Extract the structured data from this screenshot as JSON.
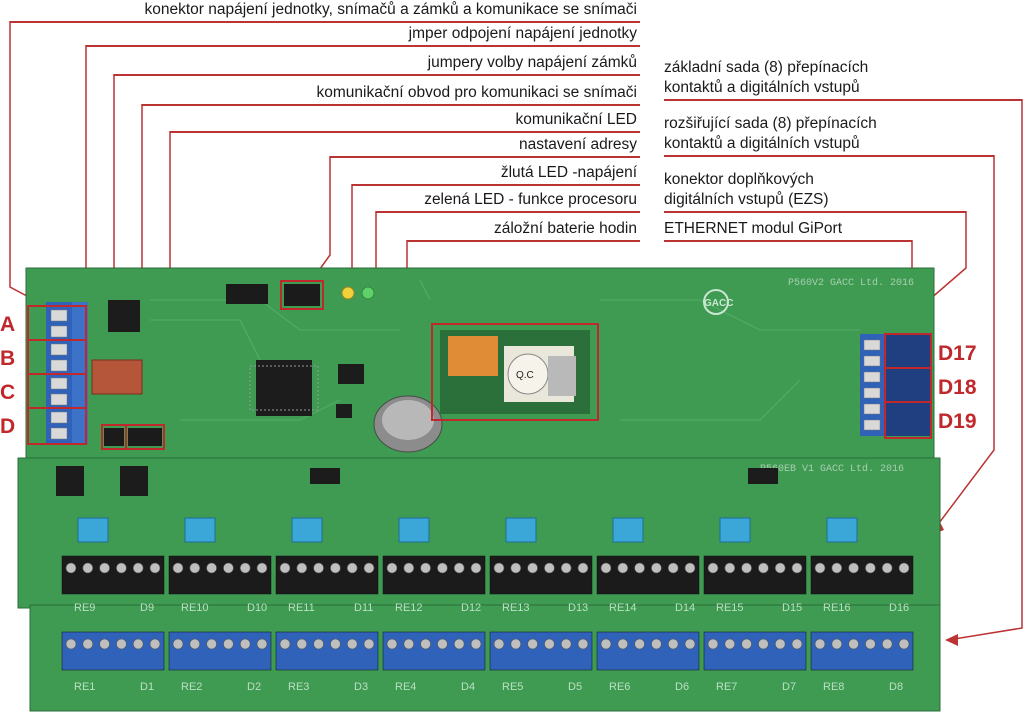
{
  "labels_left": [
    "konektor napájení jednotky, snímačů a zámků a komunikace se snímači",
    "jmper odpojení napájení jednotky",
    "jumpery volby napájení zámků",
    "komunikační obvod pro komunikaci se snímači",
    "komunikační LED",
    "nastavení adresy",
    "žlutá LED -napájení",
    "zelená LED - funkce procesoru",
    "záložní baterie hodin"
  ],
  "labels_right": {
    "base_set_line1": "základní sada (8) přepínacích",
    "base_set_line2": "kontaktů a digitálních vstupů",
    "ext_set_line1": "rozšiřující sada (8) přepínacích",
    "ext_set_line2": "kontaktů a digitálních vstupů",
    "ezs_line1": "konektor doplňkových",
    "ezs_line2": "digitálních vstupů (EZS)",
    "ethernet": "ETHERNET modul GiPort"
  },
  "connector_letters": [
    "A",
    "B",
    "C",
    "D"
  ],
  "right_connector_labels": [
    "D17",
    "D18",
    "D19"
  ],
  "board_text": {
    "main_board": "P560V2 GACC Ltd. 2016",
    "ext_board": "P560EB V1 GACC Ltd. 2016",
    "logo": "GACC"
  },
  "upper_relays": [
    "RE9",
    "D9",
    "RE10",
    "D10",
    "RE11",
    "D11",
    "RE12",
    "D12",
    "RE13",
    "D13",
    "RE14",
    "D14",
    "RE15",
    "D15",
    "RE16",
    "D16"
  ],
  "lower_relays": [
    "RE1",
    "D1",
    "RE2",
    "D2",
    "RE3",
    "D3",
    "RE4",
    "D4",
    "RE5",
    "D5",
    "RE6",
    "D6",
    "RE7",
    "D7",
    "RE8",
    "D8"
  ],
  "colors": {
    "pcb": "#3f9a52",
    "pcb_dark": "#2f7d40",
    "accent_red": "#c0282c",
    "terminal_blue": "#2f62b8",
    "terminal_black": "#1b1b1b",
    "relay_blue": "#3aa7d8"
  },
  "icons": {
    "logo": "gacc-logo",
    "battery": "coin-cell-battery",
    "chip": "processor-chip"
  }
}
